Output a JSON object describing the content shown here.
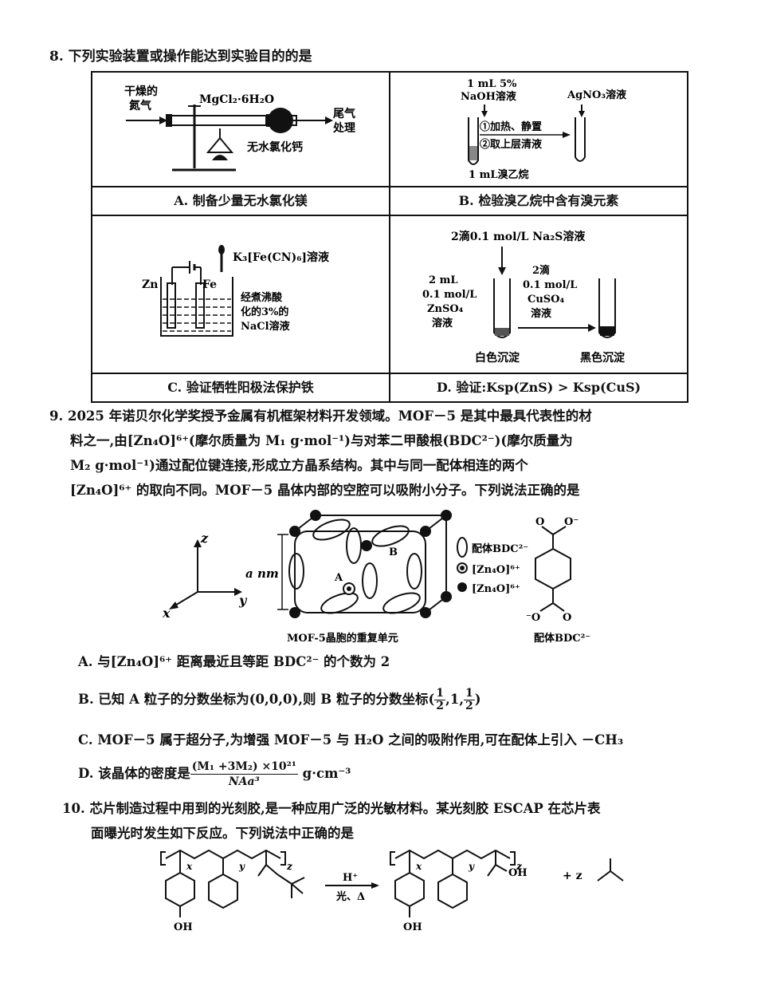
{
  "q8": {
    "title": "8. 下列实验装置或操作能达到实验目的的是",
    "a": {
      "label_gas": "干燥的",
      "label_gas2": "氮气",
      "label_salt": "MgCl₂·6H₂O",
      "label_tail": "尾气",
      "label_tail2": "处理",
      "label_drier": "无水氯化钙",
      "caption": "A. 制备少量无水氯化镁"
    },
    "b": {
      "label_naoh1": "1 mL 5%",
      "label_naoh2": "NaOH溶液",
      "label_agno3": "AgNO₃溶液",
      "label_step1": "①加热、静置",
      "label_step2": "②取上层清液",
      "label_bottom": "1 mL溴乙烷",
      "caption": "B. 检验溴乙烷中含有溴元素"
    },
    "c": {
      "label_reagent": "K₃[Fe(CN)₆]溶液",
      "label_zn": "Zn",
      "label_fe": "Fe",
      "label_sol1": "经煮沸酸",
      "label_sol2": "化的3%的",
      "label_sol3": "NaCl溶液",
      "caption": "C. 验证牺牲阳极法保护铁"
    },
    "d": {
      "label_top": "2滴0.1 mol/L Na₂S溶液",
      "label_left1": "2 mL",
      "label_left2": "0.1 mol/L",
      "label_left3": "ZnSO₄",
      "label_left4": "溶液",
      "label_right1": "2滴",
      "label_right2": "0.1 mol/L",
      "label_right3": "CuSO₄",
      "label_right4": "溶液",
      "label_white": "白色沉淀",
      "label_black": "黑色沉淀",
      "caption": "D. 验证:Ksp(ZnS) > Ksp(CuS)"
    }
  },
  "q9": {
    "line1": "9. 2025 年诺贝尔化学奖授予金属有机框架材料开发领域。MOF－5 是其中最具代表性的材",
    "line2": "料之一,由[Zn₄O]⁶⁺(摩尔质量为 M₁ g·mol⁻¹)与对苯二甲酸根(BDC²⁻)(摩尔质量为",
    "line3": "M₂ g·mol⁻¹)通过配位键连接,形成立方晶系结构。其中与同一配体相连的两个",
    "line4": "[Zn₄O]⁶⁺ 的取向不同。MOF－5 晶体内部的空腔可以吸附小分子。下列说法正确的是",
    "fig": {
      "axis_z": "z",
      "axis_y": "y",
      "axis_x": "x",
      "edge": "a nm",
      "pt_a": "A",
      "pt_b": "B",
      "legend1": "配体BDC²⁻",
      "legend2": "[Zn₄O]⁶⁺",
      "legend3": "[Zn₄O]⁶⁺",
      "cell_caption": "MOF-5晶胞的重复单元",
      "ligand_caption": "配体BDC²⁻",
      "o_top": "O",
      "o_top_minus": "O⁻",
      "o_bot_minus": "⁻O",
      "o_bot": "O"
    },
    "opt_a": "A. 与[Zn₄O]⁶⁺ 距离最近且等距 BDC²⁻ 的个数为 2",
    "opt_b_pre": "B. 已知 A 粒子的分数坐标为(0,0,0),则 B 粒子的分数坐标(",
    "opt_b_f1n": "1",
    "opt_b_f1d": "2",
    "opt_b_mid": ",1,",
    "opt_b_f2n": "1",
    "opt_b_f2d": "2",
    "opt_b_post": ")",
    "opt_c": "C. MOF－5 属于超分子,为增强 MOF－5 与 H₂O 之间的吸附作用,可在配体上引入 －CH₃",
    "opt_d_pre": "D. 该晶体的密度是",
    "opt_d_num": "(M₁ +3M₂) ×10²¹",
    "opt_d_den": "NAa³",
    "opt_d_post": "g·cm⁻³"
  },
  "q10": {
    "line1": "10. 芯片制造过程中用到的光刻胶,是一种应用广泛的光敏材料。某光刻胶 ESCAP 在芯片表",
    "line2": "面曝光时发生如下反应。下列说法中正确的是",
    "sub_x": "x",
    "sub_y": "y",
    "sub_z": "z",
    "cond_top": "H⁺",
    "cond_bot": "光、Δ",
    "oh_left": "OH",
    "oh_right": "OH",
    "cooh": "OH",
    "plus_z": "+ z"
  }
}
